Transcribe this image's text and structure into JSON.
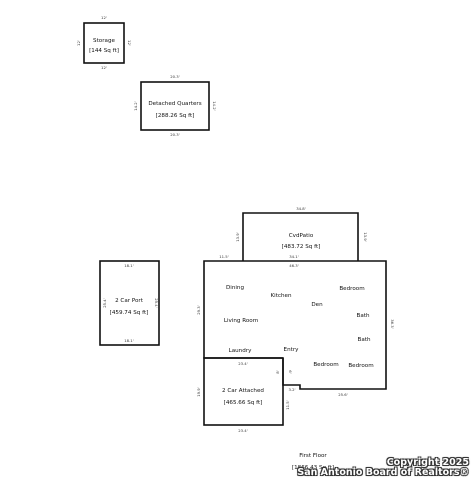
{
  "rooms": {
    "storage": {
      "name": "Storage",
      "area": "[144 Sq ft]",
      "dims": [
        "12'",
        "12'",
        "12'",
        "12'"
      ]
    },
    "detached": {
      "name": "Detached Quarters",
      "area": "[288.26 Sq ft]",
      "dims": [
        "20.3'",
        "20.3'",
        "14.2'",
        "14.2'"
      ]
    },
    "cvdpatio": {
      "name": "CvdPatio",
      "area": "[483.72 Sq ft]",
      "dims": [
        "34.8'",
        "13.9'",
        "13.9'",
        "34.1'"
      ]
    },
    "carport": {
      "name": "2 Car Port",
      "area": "[459.74 Sq ft]",
      "dims": [
        "18.1'",
        "25.4'",
        "25.4'",
        "18.1'"
      ]
    },
    "garage": {
      "name": "2 Car Attached",
      "area": "[465.66 Sq ft]",
      "dims": [
        "23.4'",
        "23.4'",
        "19.9'"
      ]
    }
  },
  "house": {
    "labels": {
      "dining": "Dining",
      "kitchen": "Kitchen",
      "den": "Den",
      "bedroom1": "Bedroom",
      "living": "Living Room",
      "bath1": "Bath",
      "bath2": "Bath",
      "laundry": "Laundry",
      "entry": "Entry",
      "bedroom2": "Bedroom",
      "bedroom3": "Bedroom"
    },
    "dims": {
      "top_left": "11.5'",
      "top": "46.3'",
      "left": "29.3'",
      "right": "36.3'",
      "bottom": "25.6'",
      "notch": "3.2'",
      "step_a": "8'",
      "step_b": "6'",
      "step_c": "11.5'"
    }
  },
  "footer": {
    "floor": "First Floor",
    "total": "[1866.43 Sq ft]"
  },
  "copyright": {
    "line1": "Copyright 2025",
    "line2": "San Antonio Board of Realtors®"
  }
}
